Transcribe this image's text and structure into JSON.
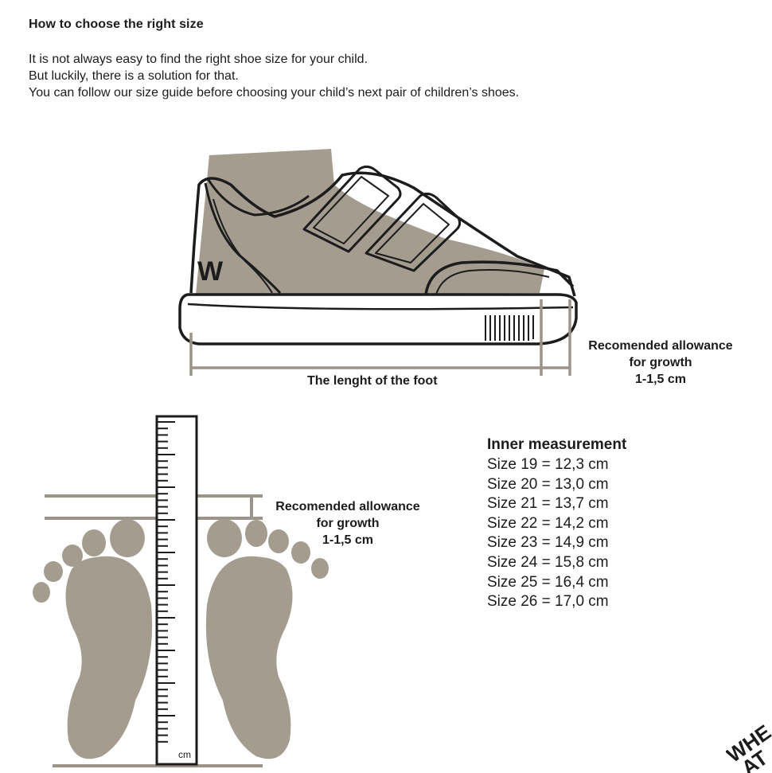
{
  "header": {
    "title": "How to choose the right size",
    "intro_lines": [
      "It is not always easy to find the right shoe size for your child.",
      "But luckily, there is a solution for that.",
      "You can follow our size guide before choosing your child’s next pair of children’s shoes."
    ]
  },
  "shoe_diagram": {
    "logo_letter": "W",
    "foot_length_label": "The lenght of the foot",
    "allowance_lines": [
      "Recomended allowance",
      "for growth",
      "1-1,5 cm"
    ]
  },
  "feet_diagram": {
    "ruler_unit": "cm",
    "allowance_lines": [
      "Recomended allowance",
      "for growth",
      "1-1,5 cm"
    ]
  },
  "inner_measurement": {
    "heading": "Inner measurement",
    "rows": [
      "Size 19 = 12,3 cm",
      "Size 20 = 13,0 cm",
      "Size 21 = 13,7 cm",
      "Size 22 = 14,2 cm",
      "Size 23 = 14,9 cm",
      "Size 24 = 15,8 cm",
      "Size 25 = 16,4 cm",
      "Size 26 = 17,0 cm"
    ]
  },
  "brand": {
    "logo_text": "WHEAT"
  },
  "colors": {
    "foot_fill": "#a59c90",
    "outline": "#1c1c1c",
    "measure_line": "#9d9489"
  }
}
